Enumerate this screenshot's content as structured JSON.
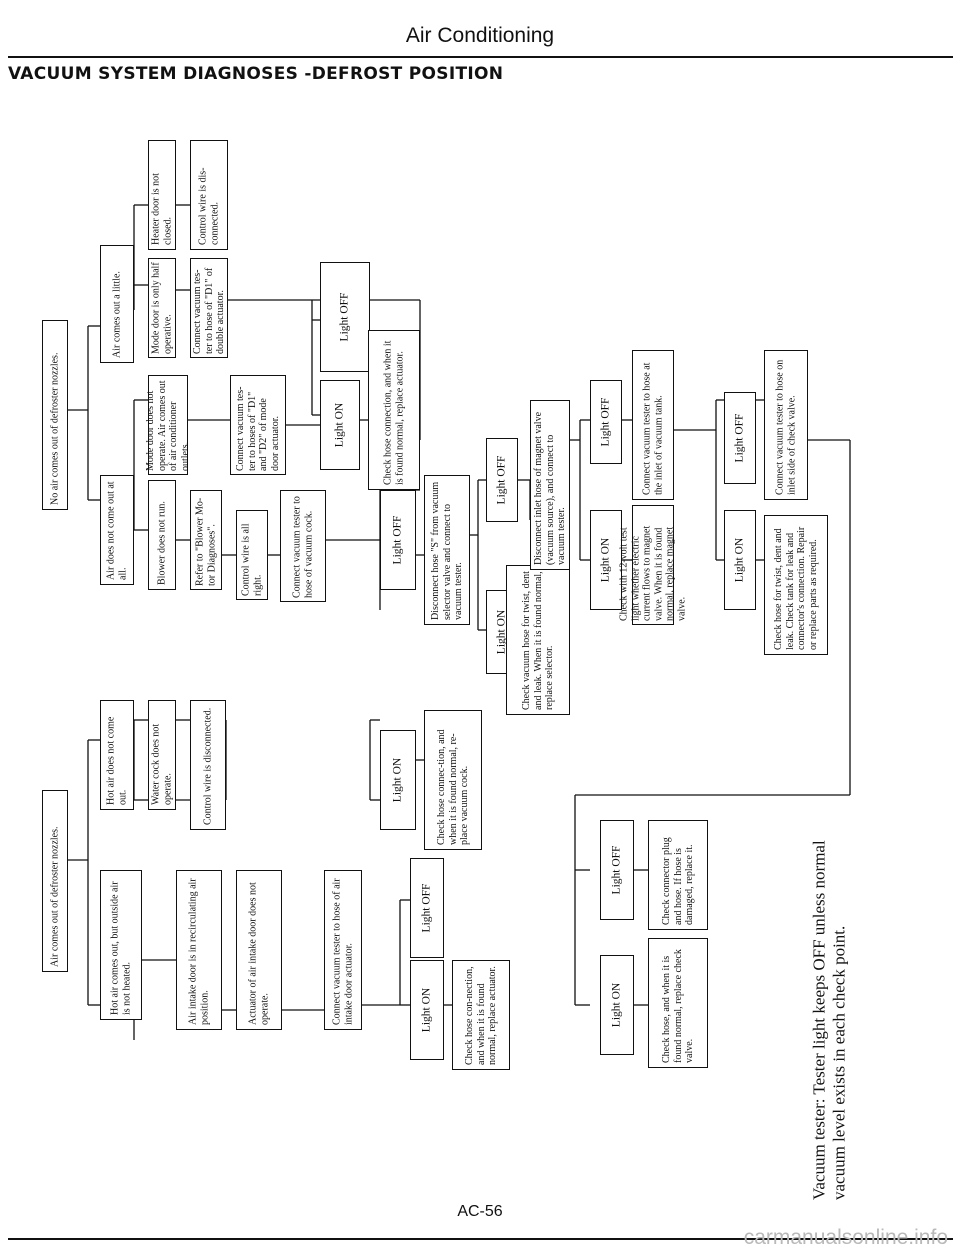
{
  "header": {
    "title": "Air Conditioning"
  },
  "section": {
    "title": "VACUUM SYSTEM DIAGNOSES -DEFROST POSITION"
  },
  "boxes": {
    "no_air": "No air comes out of defroster nozzles.",
    "air_out_defroster": "Air comes out of defroster nozzles.",
    "air_does_not_come_out": "Air does not come out at all.",
    "air_comes_out_little": "Air comes out a little.",
    "heater_door_not_closed": "Heater door is not closed.",
    "control_wire_disconnected_a": "Control wire is dis-connected.",
    "blower_not_run": "Blower does not run.",
    "mode_door_not_operate": "Mode door does not operate. Air comes out of air conditioner outlets.",
    "mode_door_half": "Mode door is only half operative.",
    "connect_tester_d1": "Connect vacuum tes-ter to hose of \"D1\" of double actuator.",
    "refer_blower": "Refer to \"Blower Mo-tor Diagnoses\".",
    "control_wire_right": "Control wire is all right.",
    "connect_tester_d1_d2": "Connect vacuum tes-ter to hoses of \"D1\" and \"D2\" of mode door actuator.",
    "connect_tester_cock": "Connect vacuum tester to hose of vacuum cock.",
    "check_hose_actuator": "Check hose connection, and when it is found normal, replace actuator.",
    "disconnect_hose_s": "Disconnect hose \"S\" from vacuum selector valve and connect to vacuum tester.",
    "check_hose_selector": "Check vacuum hose for twist, dent and leak. When it is found normal, replace selector.",
    "disconnect_inlet_magnet": "Disconnect inlet hose of magnet valve (vacuum source), and connect to vacuum tester.",
    "check_12v_magnet": "Check with 12-volt test light whether electric current flows to magnet valve. When it is found normal, replace magnet valve.",
    "connect_tester_tank": "Connect vacuum tester to hose at the inlet of vacuum tank.",
    "check_hose_tank": "Check hose for twist, dent and leak. Check tank for leak and connector's connection. Repair or replace parts as required.",
    "connect_tester_check_valve": "Connect vacuum tester to hose on inlet side of check valve.",
    "hot_air_not_out": "Hot air does not come out.",
    "water_cock_not_operate": "Water cock does not operate.",
    "control_wire_disconnected_b": "Control wire is disconnected.",
    "check_hose_cock": "Check hose connec-tion, and when it is found normal, re-place vacuum cock.",
    "hot_air_not_heated": "Hot air comes out, but outside air is not heated.",
    "air_intake_recirc": "Air intake door is in recirculating air position.",
    "actuator_intake_not_operate": "Actuator of air intake door does not operate.",
    "connect_tester_intake": "Connect vacuum tester to hose of air intake door actuator.",
    "check_hose_intake_actuator": "Check hose con-nection, and when it is found normal, replace actuator.",
    "check_hose_check_valve": "Check hose, and when it is found normal, replace check valve.",
    "check_connector": "Check connector plug and hose. If hose is damaged, replace it."
  },
  "light": {
    "on": "Light ON",
    "off": "Light OFF"
  },
  "note": "Vacuum tester: Tester light keeps OFF unless normal vacuum level exists in each check point.",
  "footer": {
    "page": "AC-56"
  },
  "watermark": "carmanualsonline.info"
}
